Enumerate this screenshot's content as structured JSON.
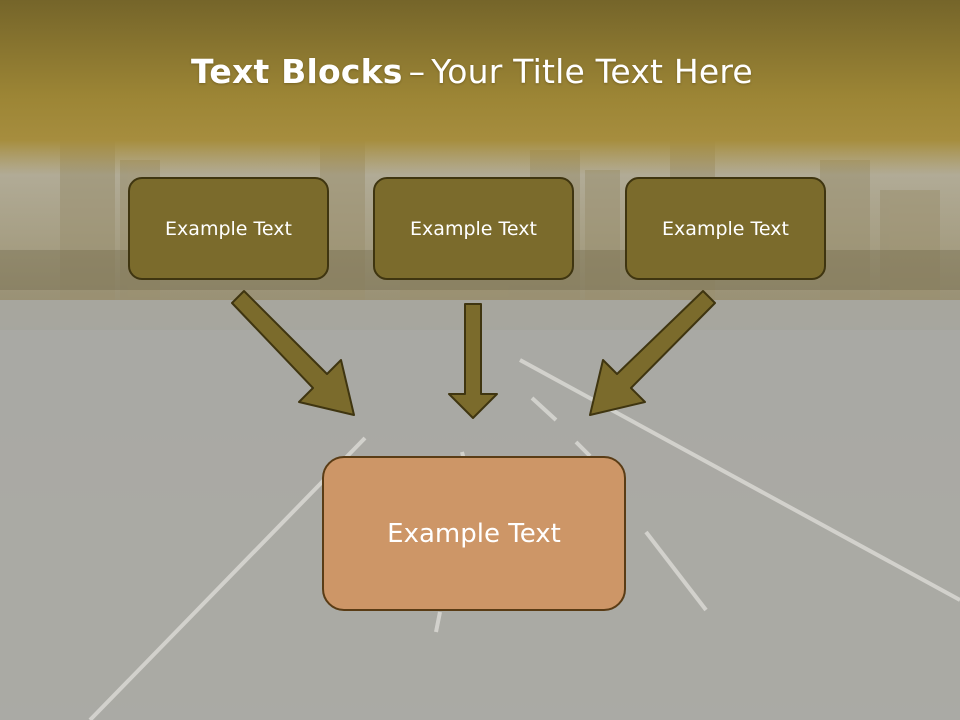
{
  "slide": {
    "title_bold": "Text Blocks",
    "title_dash": "–",
    "title_rest": "Your Title Text Here"
  },
  "blocks": [
    {
      "label": "Example Text"
    },
    {
      "label": "Example Text"
    },
    {
      "label": "Example Text"
    }
  ],
  "target": {
    "label": "Example Text"
  },
  "colors": {
    "block_fill": "#7b6b2c",
    "block_border": "#3f3510",
    "target_fill": "#cd9667",
    "target_border": "#5a3c15",
    "arrow_fill": "#7b6b2c",
    "header_gold": "#a38b35"
  }
}
